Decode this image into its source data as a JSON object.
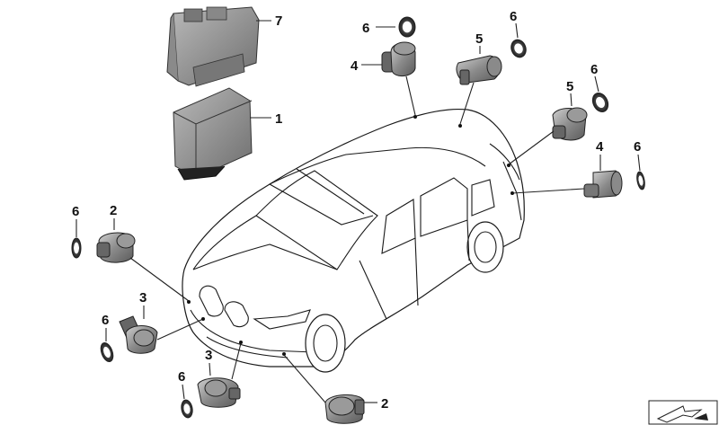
{
  "diagram": {
    "type": "exploded parts diagram",
    "subject": "vehicle parking sensor (PDC) system",
    "parts": [
      {
        "num": "1",
        "name": "control-unit"
      },
      {
        "num": "2",
        "name": "ultrasonic-sensor-front-outer"
      },
      {
        "num": "3",
        "name": "ultrasonic-sensor-front-inner"
      },
      {
        "num": "4",
        "name": "ultrasonic-sensor-rear-outer"
      },
      {
        "num": "5",
        "name": "ultrasonic-sensor-rear-inner"
      },
      {
        "num": "6",
        "name": "sensor-seal-ring"
      },
      {
        "num": "7",
        "name": "control-unit-bracket"
      }
    ],
    "callouts": {
      "c7": "7",
      "c1": "1",
      "c6a": "6",
      "c4a": "4",
      "c5a": "5",
      "c6b": "6",
      "c6c": "6",
      "c5b": "5",
      "c4b": "4",
      "c6d": "6",
      "c6e": "6",
      "c2a": "2",
      "c3a": "3",
      "c6f": "6",
      "c3b": "3",
      "c6g": "6",
      "c2b": "2"
    }
  },
  "colors": {
    "part_dark": "#6a6a6a",
    "part_mid": "#9a9a9a",
    "part_light": "#c8c8c8",
    "line": "#1a1a1a"
  },
  "icons": {
    "corner_badge": "arrow-badge-icon"
  }
}
